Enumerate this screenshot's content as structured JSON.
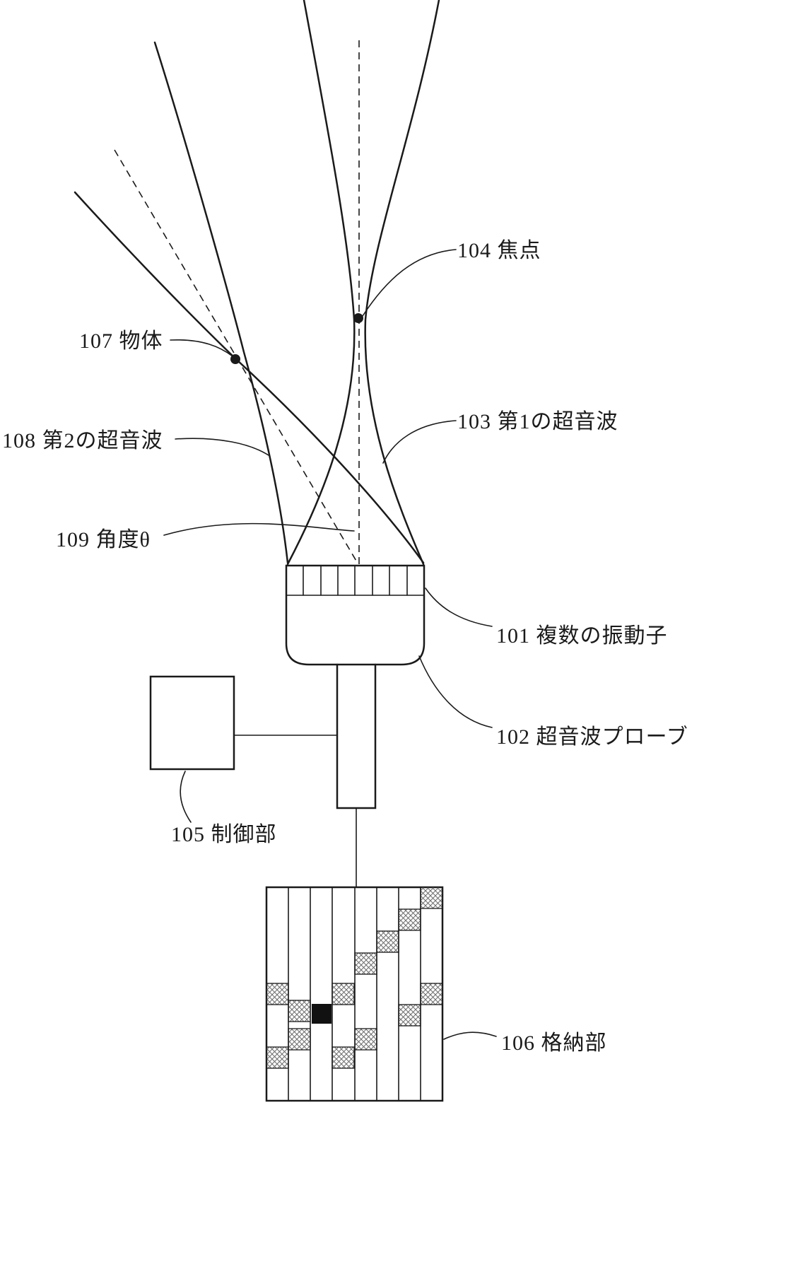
{
  "figure": {
    "type": "patent-ultrasound-diagram",
    "colors": {
      "background": "#ffffff",
      "line": "#1a1a1a",
      "hatch": "#6b6b6b",
      "filled_cell": "#111111"
    },
    "labels": {
      "transducers": "101 複数の振動子",
      "probe": "102 超音波プローブ",
      "first_ultrasound": "103 第1の超音波",
      "focal_point": "104 焦点",
      "controller": "105 制御部",
      "storage": "106 格納部",
      "object": "107 物体",
      "second_ultrasound": "108 第2の超音波",
      "angle": "109 角度θ"
    }
  }
}
